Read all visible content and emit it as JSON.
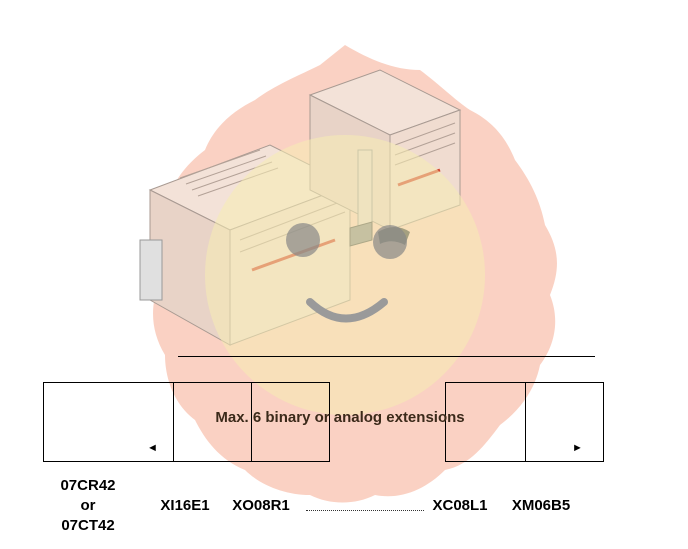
{
  "diagram": {
    "caption": "Max. 6 binary or analog extensions",
    "arrows": {
      "left": "◄",
      "right": "►"
    },
    "modules": [
      {
        "lines": [
          "07CR42",
          "or",
          "07CT42"
        ]
      },
      {
        "lines": [
          "XI16E1"
        ]
      },
      {
        "lines": [
          "XO08R1"
        ]
      },
      {
        "lines": [
          "XC08L1"
        ]
      },
      {
        "lines": [
          "XM06B5"
        ]
      }
    ]
  },
  "colors": {
    "badge_outer": "#f9c9b9",
    "badge_inner": "#f6edb2",
    "device_body": "#f1dfd4",
    "device_edge": "#b9a79d",
    "accent_red": "#d2452f"
  }
}
